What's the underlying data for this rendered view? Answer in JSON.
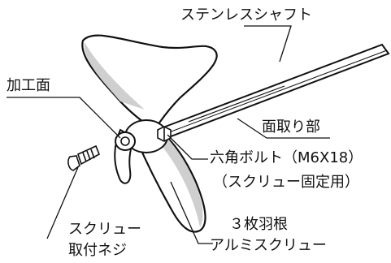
{
  "labels": {
    "shaft": "ステンレスシャフト",
    "machined_face": "加工面",
    "chamfer": "面取り部",
    "bolt_line1": "六角ボルト（M6X18）",
    "bolt_line2": "（スクリュー固定用）",
    "screw_line1": "スクリュー",
    "screw_line2": "取付ネジ",
    "prop_line1": "３枚羽根",
    "prop_line2": "アルミスクリュー"
  }
}
